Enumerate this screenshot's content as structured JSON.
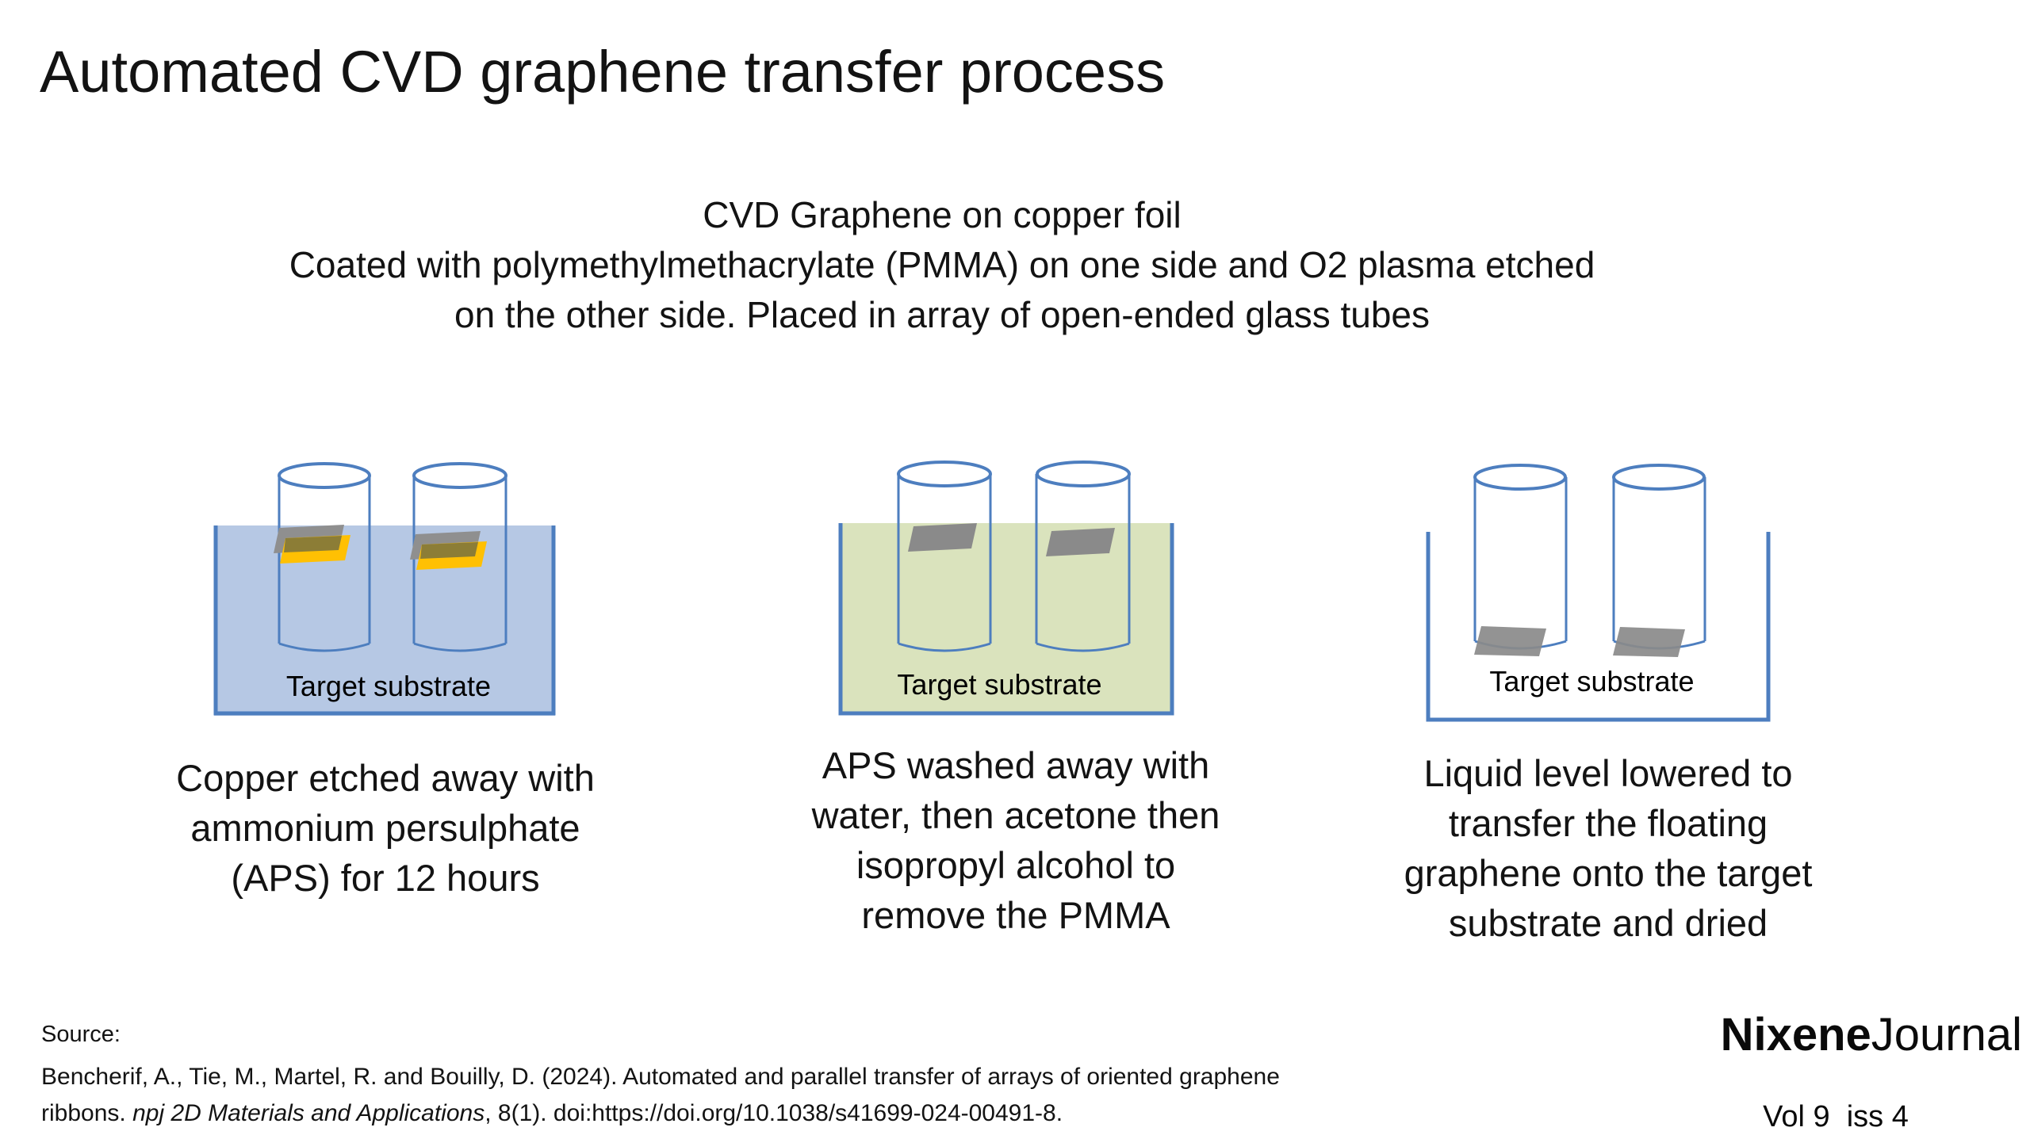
{
  "title": "Automated CVD graphene transfer process",
  "intro": {
    "line1": "CVD Graphene on copper foil",
    "line2": "Coated with polymethylmethacrylate (PMMA) on one side and O2 plasma etched",
    "line3": "on the other side. Placed in array of open-ended glass tubes"
  },
  "panels": [
    {
      "name": "etching-bath",
      "substrate_label": "Target substrate",
      "caption_lines": [
        "Copper etched away with",
        "ammonium persulphate",
        "(APS) for 12 hours"
      ]
    },
    {
      "name": "washing-bath",
      "substrate_label": "Target substrate",
      "caption_lines": [
        "APS washed away with",
        "water, then acetone then",
        "isopropyl alcohol to",
        "remove the PMMA"
      ]
    },
    {
      "name": "transfer-bath",
      "substrate_label": "Target substrate",
      "caption_lines": [
        "Liquid level lowered to",
        "transfer the floating",
        "graphene onto the target",
        "substrate and dried"
      ]
    }
  ],
  "source": {
    "label": "Source:",
    "line1": "Bencherif, A., Tie, M., Martel, R. and Bouilly, D. (2024). Automated and parallel transfer of arrays of oriented graphene",
    "line2_prefix": "ribbons. ",
    "line2_italic": "npj 2D Materials and Applications",
    "line2_suffix": ", 8(1). doi:https://doi.org/10.1038/s41699-024-00491-8."
  },
  "brand": {
    "bold": "Nixene",
    "regular": "Journal",
    "issue": "Vol 9  iss 4"
  },
  "colors": {
    "outline_blue": "#4d7ebf",
    "liquid_aps_blue": "#b6c8e4",
    "liquid_wash_green": "#dae3bd",
    "substrate_purple": "#b38be8",
    "copper_yellow": "#ffc003",
    "sample_olive": "#8c7d36",
    "sample_gray": "#8f8f8f",
    "graphene_gray": "#8a8a8a"
  }
}
